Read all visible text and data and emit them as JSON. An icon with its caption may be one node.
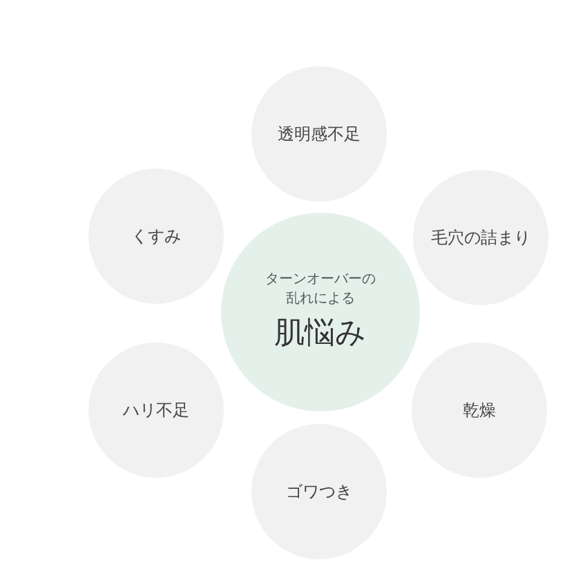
{
  "diagram": {
    "nodes": [
      {
        "text": [
          "ターンオーバーの乱れによる",
          "肌悩み"
        ]
      },
      {
        "text": [
          "透明感不足"
        ]
      },
      {
        "text": [
          "毛穴の詰まり"
        ]
      },
      {
        "text": [
          "乾燥"
        ]
      },
      {
        "text": [
          "ゴワつき"
        ]
      },
      {
        "text": [
          "ハリ不足"
        ]
      },
      {
        "text": [
          "くすみ"
        ]
      }
    ]
  }
}
